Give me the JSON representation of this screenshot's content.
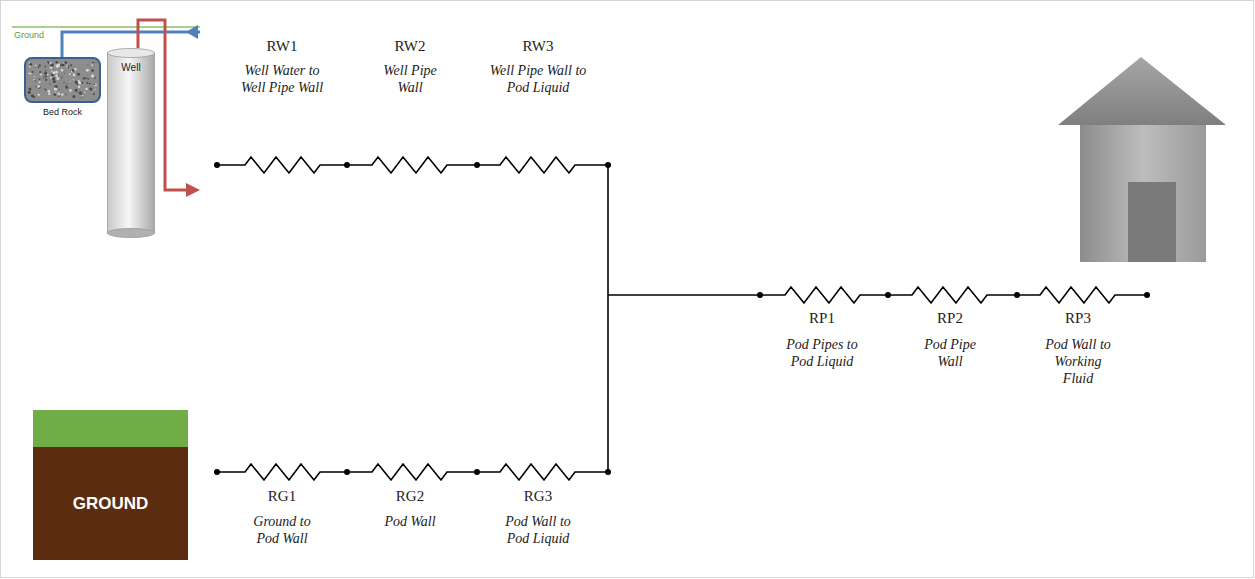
{
  "diagram": {
    "nodes": [
      {
        "text": [
          "Well"
        ]
      },
      {
        "text": [
          "Bed Rock"
        ]
      },
      {
        "text": [
          "GROUND"
        ]
      }
    ],
    "labels": [
      "Ground",
      "RW1",
      "Well Water to Well Pipe Wall",
      "RW2",
      "Well Pipe Wall",
      "RW3",
      "Well Pipe Wall to Pod Liquid",
      "RP1",
      "Pod Pipes to Pod Liquid",
      "RP2",
      "Pod Pipe Wall",
      "RP3",
      "Pod Wall to Working Fluid",
      "RG1",
      "Ground to Pod Wall",
      "RG2",
      "Pod Wall",
      "RG3",
      "Pod Wall to Pod Liquid"
    ]
  }
}
